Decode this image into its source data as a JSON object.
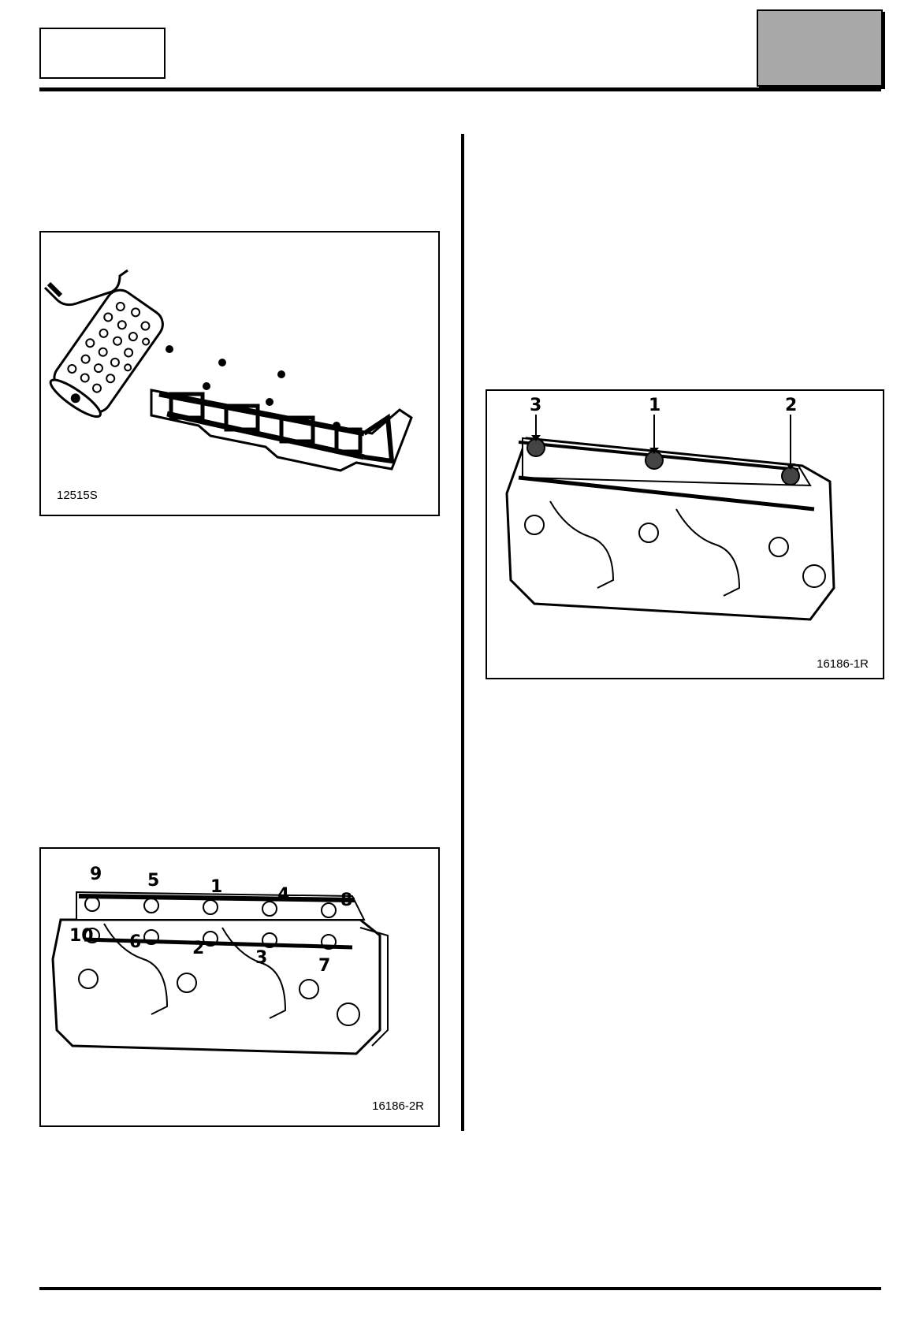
{
  "figures": {
    "paint_roller": {
      "code": "12515S"
    },
    "tightening_sequence": {
      "code": "16186-2R",
      "callouts": [
        "9",
        "5",
        "1",
        "4",
        "8",
        "10",
        "6",
        "2",
        "3",
        "7"
      ]
    },
    "cover_bolts": {
      "code": "16186-1R",
      "callouts": [
        "3",
        "1",
        "2"
      ]
    }
  }
}
